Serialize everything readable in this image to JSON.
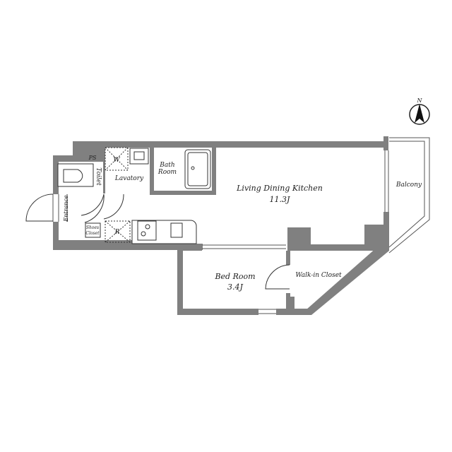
{
  "floor_plan": {
    "compass": {
      "label": "N"
    },
    "rooms": {
      "ldk": {
        "name": "Living Dining Kitchen",
        "size": "11.3J"
      },
      "bedroom": {
        "name": "Bed Room",
        "size": "3.4J"
      },
      "walkin": {
        "name": "Walk-in Closet"
      },
      "balcony": {
        "name": "Balcony"
      },
      "bath_line1": "Bath",
      "bath_line2": "Room",
      "lavatory": {
        "name": "Lavatory"
      },
      "toilet": {
        "name": "Toilet"
      },
      "entrance": {
        "name": "Entrance"
      },
      "shoes_line1": "Shoes",
      "shoes_line2": "Closet",
      "ps": "PS",
      "washer": "W",
      "fridge": "R"
    },
    "colors": {
      "wall": "#808080",
      "line": "#333333",
      "bg": "#ffffff"
    }
  }
}
